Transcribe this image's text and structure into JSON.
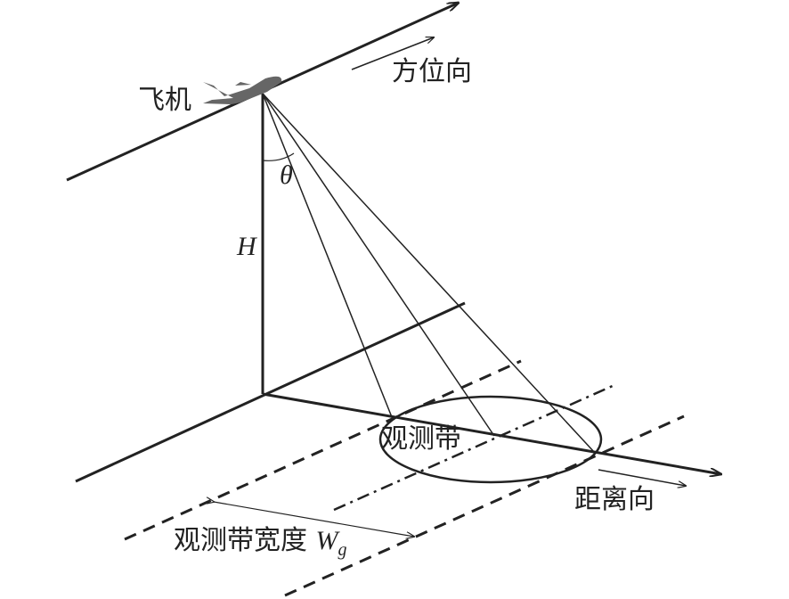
{
  "labels": {
    "aircraft": "飞机",
    "azimuth_direction": "方位向",
    "angle_symbol": "θ",
    "height_symbol": "H",
    "swath": "观测带",
    "range_direction": "距离向",
    "swath_width": "观测带宽度",
    "swath_width_symbol": "W",
    "swath_width_subscript": "g"
  },
  "colors": {
    "line": "#222222",
    "aircraft": "#666666"
  }
}
